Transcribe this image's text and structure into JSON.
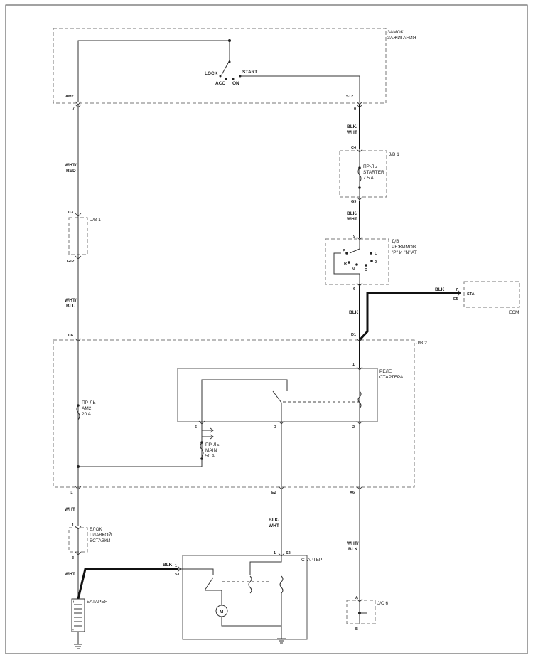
{
  "components": {
    "ignition_switch": {
      "title_line1": "ЗАМОК",
      "title_line2": "ЗАЖИГАНИЯ",
      "pos_lock": "LOCK",
      "pos_acc": "ACC",
      "pos_on": "ON",
      "pos_start": "START",
      "pin_am2": "AM2",
      "pin_am2_num": "7",
      "pin_st2": "ST2",
      "pin_st2_num": "8"
    },
    "jb1_right": {
      "label": "J/B 1",
      "pin_top": "C4",
      "pin_bottom": "G9",
      "fuse_line1": "ПР-ЛЬ",
      "fuse_line2": "STARTER",
      "fuse_line3": "7.5 A"
    },
    "jb1_left": {
      "label": "J/B 1",
      "pin_top": "C3",
      "pin_bottom": "G12"
    },
    "mode_switch": {
      "line1": "Д/В",
      "line2": "РЕЖИМОВ",
      "line3": "\"P\" И \"N\" AT",
      "pin_top": "9",
      "pin_bottom": "6",
      "pos_p": "P",
      "pos_l": "L",
      "pos_r": "R",
      "pos_n": "N",
      "pos_d": "D",
      "pos_2": "2"
    },
    "ecm": {
      "label": "ECM",
      "pin_name": "STA",
      "pin_num": "7",
      "connector": "E5"
    },
    "jb2": {
      "label": "J/B 2",
      "pin_c6": "C6",
      "pin_d1": "D1",
      "pin_i1": "I1",
      "pin_e2": "E2",
      "pin_a6": "A6"
    },
    "starter_relay": {
      "line1": "РЕЛЕ",
      "line2": "СТАРТЕРА",
      "pin1": "1",
      "pin2": "2",
      "pin3": "3",
      "pin5": "5"
    },
    "fuse_am2": {
      "line1": "ПР-ЛЬ",
      "line2": "AM2",
      "line3": "20 A"
    },
    "fuse_main": {
      "line1": "ПР-ЛЬ",
      "line2": "MAIN",
      "line3": "50 A"
    },
    "fusible_block": {
      "line1": "БЛОК",
      "line2": "ПЛАВКОЙ",
      "line3": "ВСТАВКИ",
      "pin_top": "1",
      "pin_bottom": "3"
    },
    "starter": {
      "label": "СТАРТЕР",
      "pin1": "1",
      "pin_s2": "S2",
      "pin_s1": "S1",
      "pin_1b": "1",
      "motor": "M"
    },
    "battery": {
      "label": "БАТАРЕЯ",
      "plus": "+",
      "minus": "-"
    },
    "jc": {
      "label": "J/C 6",
      "pin_a": "A",
      "pin_b": "B"
    }
  },
  "wire_colors": {
    "blkwht_1": [
      "BLK/",
      "WHT"
    ],
    "blkwht_2": [
      "BLK/",
      "WHT"
    ],
    "whtred": [
      "WHT/",
      "RED"
    ],
    "whtblu": [
      "WHT/",
      "BLU"
    ],
    "blk_mode": "BLK",
    "blk_ecm": "BLK",
    "wht_fuse": "WHT",
    "wht_batt": "WHT",
    "blk_batt": "BLK",
    "blkwht_starter": [
      "BLK/",
      "WHT"
    ],
    "whtblk": [
      "WHT/",
      "BLK"
    ]
  }
}
